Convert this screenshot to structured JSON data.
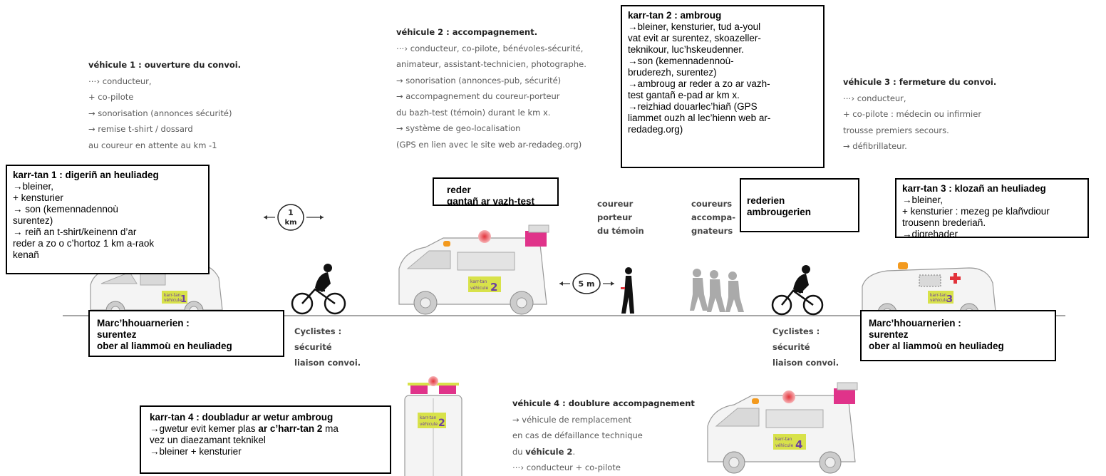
{
  "vehicle1": {
    "title": "véhicule 1 : ouverture du convoi.",
    "lines": [
      "⋯› conducteur,",
      "+ co-pilote",
      "→ sonorisation (annonces sécurité)",
      "→ remise t-shirt / dossard",
      "au coureur en attente au km -1"
    ]
  },
  "vehicle2": {
    "title": "véhicule 2 : accompagnement.",
    "lines": [
      "⋯› conducteur, co-pilote, bénévoles-sécurité,",
      "animateur, assistant-technicien, photographe.",
      "→ sonorisation (annonces-pub, sécurité)",
      "→ accompagnement du coureur-porteur",
      "du bazh-test (témoin) durant le km x.",
      "→ système de geo-localisation",
      "(GPS en lien avec le site web ar-redadeg.org)"
    ]
  },
  "vehicle3": {
    "title": "véhicule 3 : fermeture du convoi.",
    "lines": [
      "⋯› conducteur,",
      "+ co-pilote : médecin ou infirmier",
      "trousse premiers secours.",
      "→ défibrillateur."
    ]
  },
  "vehicle4": {
    "title": "véhicule 4 : doublure accompagnement",
    "line1": "→ véhicule de remplacement",
    "line2": "en cas de défaillance technique",
    "line3_pre": "du ",
    "line3_bold": "véhicule 2",
    "line3_post": ".",
    "line4": "⋯› conducteur + co-pilote"
  },
  "box_karrtan1": {
    "title": "karr-tan 1 : digeriñ an heuliadeg",
    "lines": [
      "→bleiner,",
      "+ kensturier",
      "→ son (kemennadennoù",
      "surentez)",
      "→ reiñ an t-shirt/keinenn d’ar",
      "reder a zo o c’hortoz 1 km a-raok",
      "kenañ"
    ]
  },
  "box_karrtan2": {
    "title": "karr-tan 2 : ambroug",
    "lines": [
      "→bleiner, kensturier, tud a-youl",
      "vat evit ar surentez, skoazeller-",
      "teknikour, luc’hskeudenner.",
      "→son (kemennadennoù-",
      "bruderezh, surentez)",
      "→ambroug ar reder a zo ar vazh-",
      "test gantañ e-pad ar km x.",
      "→reizhiad douarlec’hiañ (GPS",
      "liammet ouzh al lec’hienn web ar-",
      "redadeg.org)"
    ]
  },
  "box_karrtan3": {
    "title": "karr-tan 3 : klozañ an heuliadeg",
    "lines": [
      "→bleiner,",
      "+ kensturier : mezeg pe klañvdiour",
      "trousenn brederiañ.",
      "→digrehader"
    ]
  },
  "box_karrtan4": {
    "title": "karr-tan 4 : doubladur ar wetur ambroug",
    "line1_pre": "→gwetur evit kemer plas ",
    "line1_bold": "ar c’harr-tan 2",
    "line1_post": " ma",
    "line2": "vez un diaezamant teknikel",
    "line3": "→bleiner + kensturier"
  },
  "box_reder": {
    "lines": [
      "reder",
      "gantañ ar vazh-test"
    ]
  },
  "box_rederien": {
    "lines": [
      "rederien",
      "ambrougerien"
    ]
  },
  "box_march_left": {
    "lines": [
      "Marc’hhouarnerien :",
      "surentez",
      "ober al liammoù en heuliadeg"
    ]
  },
  "box_march_right": {
    "lines": [
      "Marc’hhouarnerien :",
      "surentez",
      "ober al liammoù en heuliadeg"
    ]
  },
  "label_porteur": [
    "coureur",
    "porteur",
    "du témoin"
  ],
  "label_accompagnateurs": [
    "coureurs",
    "accompa-",
    "gnateurs"
  ],
  "label_cyclistes_left": [
    "Cyclistes :",
    "sécurité",
    "liaison convoi."
  ],
  "label_cyclistes_right": [
    "Cyclistes :",
    "sécurité",
    "liaison convoi."
  ],
  "distance_km": {
    "value": "1",
    "unit": "km"
  },
  "distance_m": "5 m",
  "badges": {
    "v1": {
      "small": "karr-tan",
      "sub": "véhicule",
      "num": "1"
    },
    "v2": {
      "small": "karr-tan",
      "sub": "véhicule",
      "num": "2"
    },
    "v3": {
      "small": "karr-tan",
      "sub": "véhicule",
      "num": "3"
    },
    "v4": {
      "small": "karr-tan",
      "sub": "véhicule",
      "num": "4"
    },
    "rear": {
      "small": "karr-tan",
      "sub": "véhicule",
      "num": "2"
    }
  },
  "colors": {
    "badge_yellow": "#d8e24a",
    "badge_purple": "#6b3fa0",
    "magenta": "#e0338a",
    "beacon_orange": "#f39a1e",
    "beacon_red": "#e2333b",
    "runner_grey": "#aaaaaa"
  }
}
